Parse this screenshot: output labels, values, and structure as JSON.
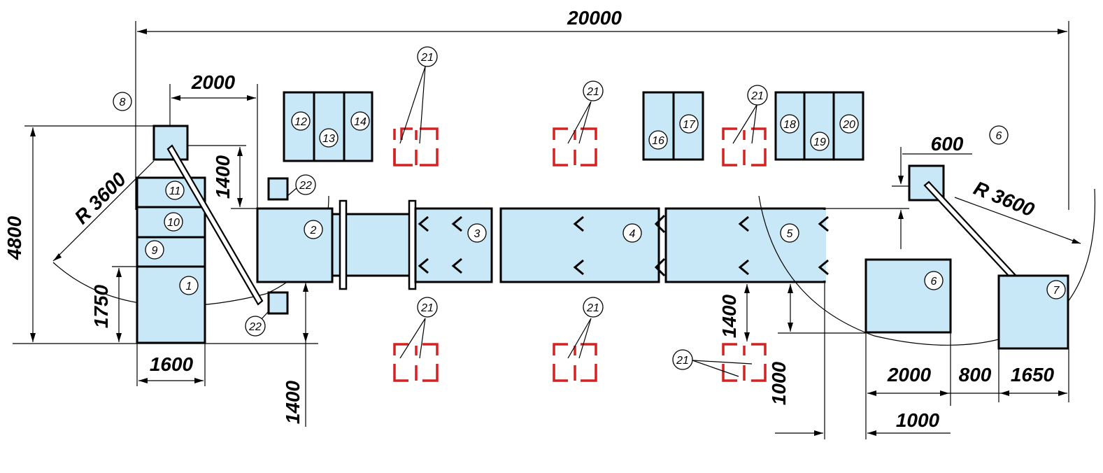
{
  "dimensions": {
    "overall_length": "20000",
    "jib_offset": "2000",
    "radius_left": "R 3600",
    "radius_right": "R 3600",
    "height_4800": "4800",
    "height_1750": "1750",
    "width_1600": "1600",
    "offset_1400_top": "1400",
    "offset_1400_bottom": "1400",
    "offset_1400_right": "1400",
    "offset_600": "600",
    "offset_1000_vertical": "1000",
    "width_2000_right": "2000",
    "gap_800": "800",
    "width_1650": "1650",
    "offset_1000_bottom": "1000"
  },
  "labels": {
    "n1": "1",
    "n2": "2",
    "n3": "3",
    "n4": "4",
    "n5": "5",
    "n6": "6",
    "n6b": "6",
    "n7": "7",
    "n8": "8",
    "n9": "9",
    "n10": "10",
    "n11": "11",
    "n12": "12",
    "n13": "13",
    "n14": "14",
    "n16": "16",
    "n17": "17",
    "n18": "18",
    "n19": "19",
    "n20": "20",
    "n21": "21",
    "n22": "22"
  },
  "colors": {
    "equipment_fill": "#c8e8f8",
    "zone_marker": "#d42222"
  }
}
